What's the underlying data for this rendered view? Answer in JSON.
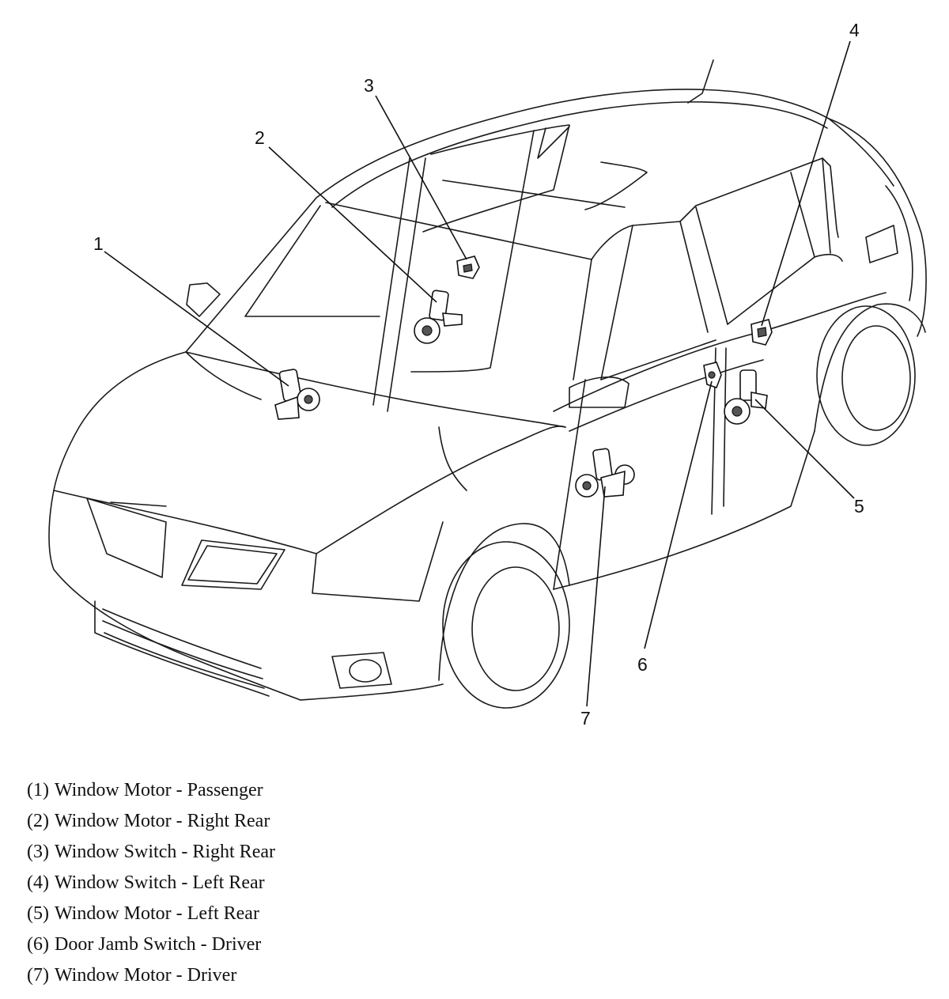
{
  "callouts": [
    {
      "number": "1",
      "part": "Window Motor - Passenger"
    },
    {
      "number": "2",
      "part": "Window Motor - Right Rear"
    },
    {
      "number": "3",
      "part": "Window Switch - Right Rear"
    },
    {
      "number": "4",
      "part": "Window Switch - Left Rear"
    },
    {
      "number": "5",
      "part": "Window Motor - Left Rear"
    },
    {
      "number": "6",
      "part": "Door Jamb Switch - Driver"
    },
    {
      "number": "7",
      "part": "Window Motor - Driver"
    }
  ],
  "legend": [
    {
      "num": "(1)",
      "text": "Window Motor - Passenger"
    },
    {
      "num": "(2)",
      "text": "Window Motor - Right Rear"
    },
    {
      "num": "(3)",
      "text": "Window Switch - Right Rear"
    },
    {
      "num": "(4)",
      "text": "Window Switch - Left Rear"
    },
    {
      "num": "(5)",
      "text": "Window Motor - Left Rear"
    },
    {
      "num": "(6)",
      "text": "Door Jamb Switch - Driver"
    },
    {
      "num": "(7)",
      "text": "Window Motor - Driver"
    }
  ],
  "colors": {
    "line": "#1a1a1a",
    "background": "#ffffff"
  }
}
